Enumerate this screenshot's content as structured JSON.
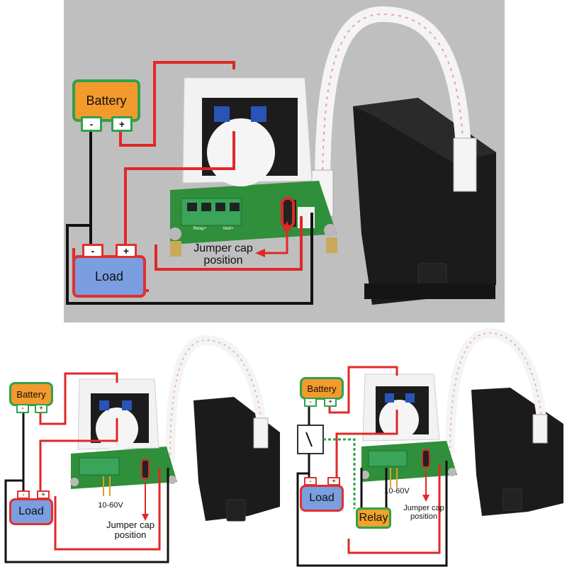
{
  "top": {
    "battery": "Battery",
    "battery_minus": "-",
    "battery_plus": "+",
    "load": "Load",
    "load_minus": "-",
    "load_plus": "+",
    "jumper_line1": "Jumper cap",
    "jumper_line2": "position",
    "terminal_1": "Relay+",
    "terminal_2": "Vext+"
  },
  "bottom_left": {
    "battery": "Battery",
    "battery_minus": "-",
    "battery_plus": "+",
    "load": "Load",
    "load_minus": "-",
    "load_plus": "+",
    "voltage": "10-60V",
    "jumper_line1": "Jumper cap",
    "jumper_line2": "position"
  },
  "bottom_right": {
    "battery": "Battery",
    "battery_minus": "-",
    "battery_plus": "+",
    "load": "Load",
    "load_minus": "-",
    "load_plus": "+",
    "relay": "Relay",
    "voltage": "10-60V",
    "jumper_line1": "Jumper cap",
    "jumper_line2": "position"
  },
  "colors": {
    "wire_positive": "#e02828",
    "wire_negative": "#111111",
    "battery_fill": "#f39a2c",
    "load_fill": "#7b9ee0",
    "pcb_green": "#2f8f3a",
    "terminal_green": "#3aa55a",
    "sensor_white": "#f2f2f2",
    "display_black": "#1b1b1b"
  }
}
